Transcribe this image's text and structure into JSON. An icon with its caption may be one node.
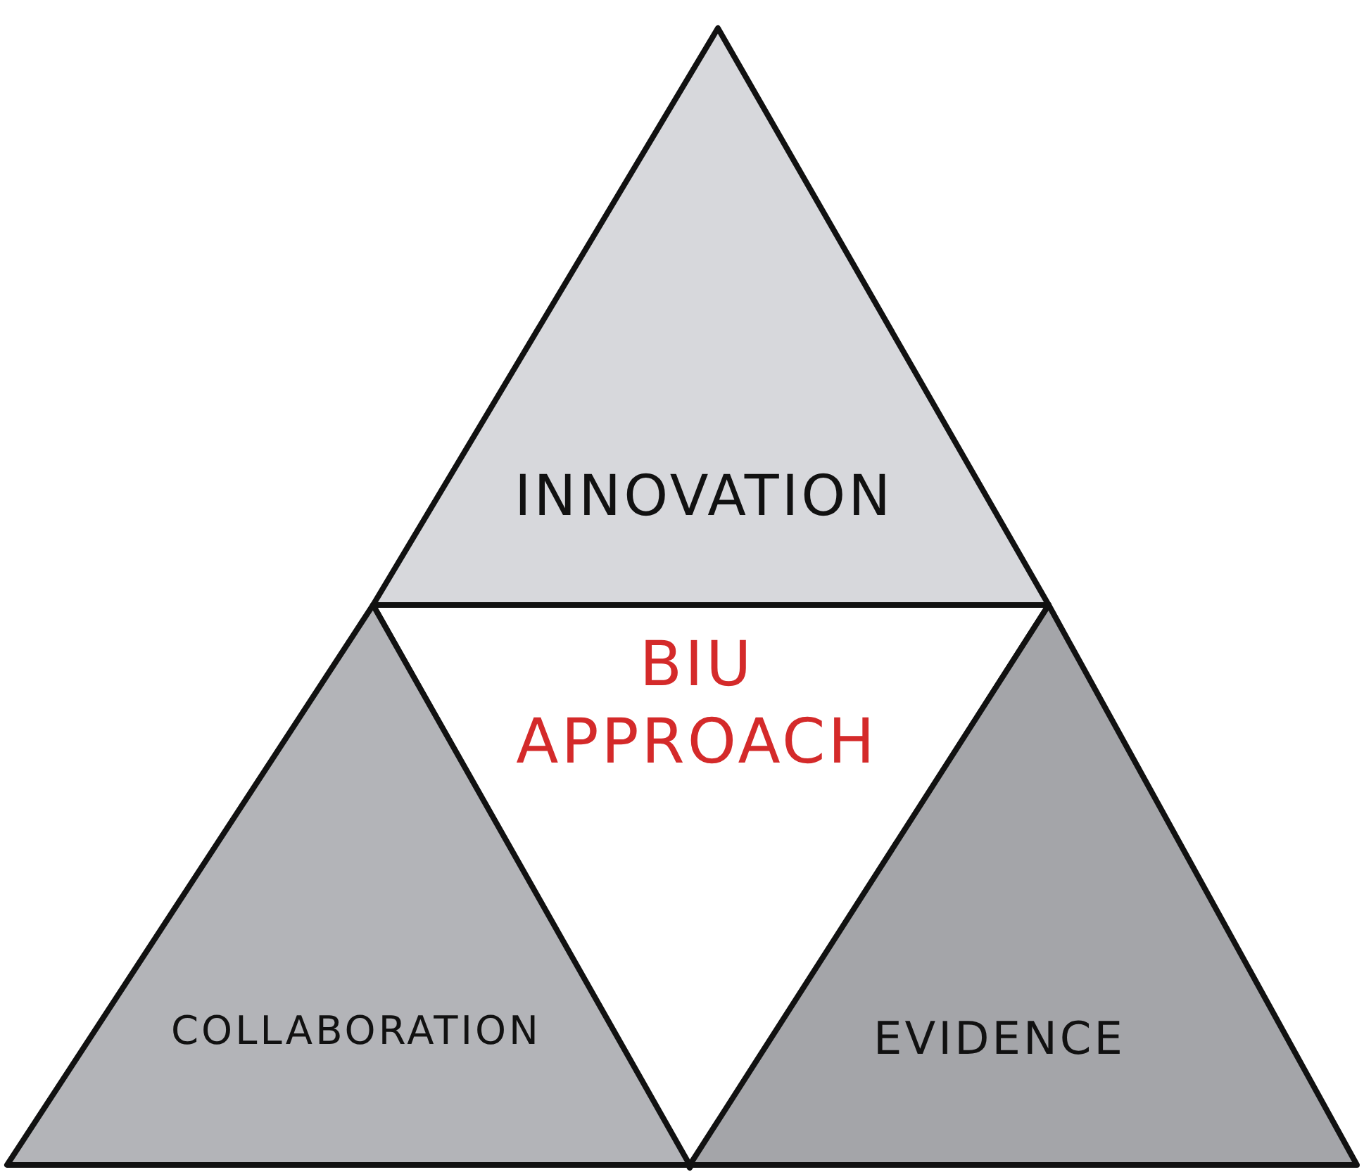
{
  "diagram": {
    "nodes": [
      {
        "text": [
          "INNOVATION"
        ]
      },
      {
        "text": [
          "BIU APPROACH"
        ]
      },
      {
        "text": [
          "COLLABORATION"
        ]
      },
      {
        "text": [
          "EVIDENCE"
        ]
      }
    ]
  }
}
